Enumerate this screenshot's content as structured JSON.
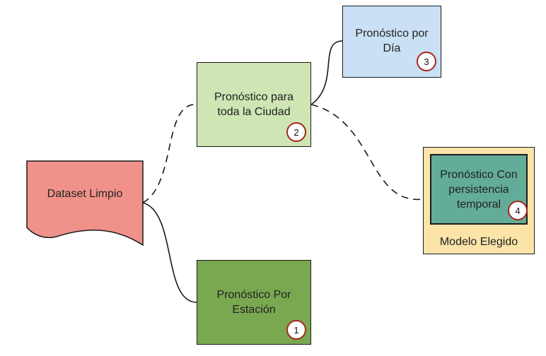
{
  "nodes": {
    "dataset": {
      "label": "Dataset Limpio",
      "fill": "#f0928a"
    },
    "por_estacion": {
      "label": "Pronóstico Por\nEstación",
      "badge": "1",
      "fill": "#79a851"
    },
    "toda_ciudad": {
      "label": "Pronóstico para\ntoda la Ciudad",
      "badge": "2",
      "fill": "#cfe5b4"
    },
    "por_dia": {
      "label": "Pronóstico por\nDía",
      "badge": "3",
      "fill": "#c9e0f5"
    },
    "persistencia": {
      "label": "Pronóstico Con\npersistencia\ntemporal",
      "badge": "4",
      "fill": "#62ac98"
    }
  },
  "container": {
    "label": "Modelo Elegido",
    "fill": "#fbe4a8"
  },
  "colors": {
    "badge_ring": "#a3281f",
    "line": "#1a1a1a"
  }
}
